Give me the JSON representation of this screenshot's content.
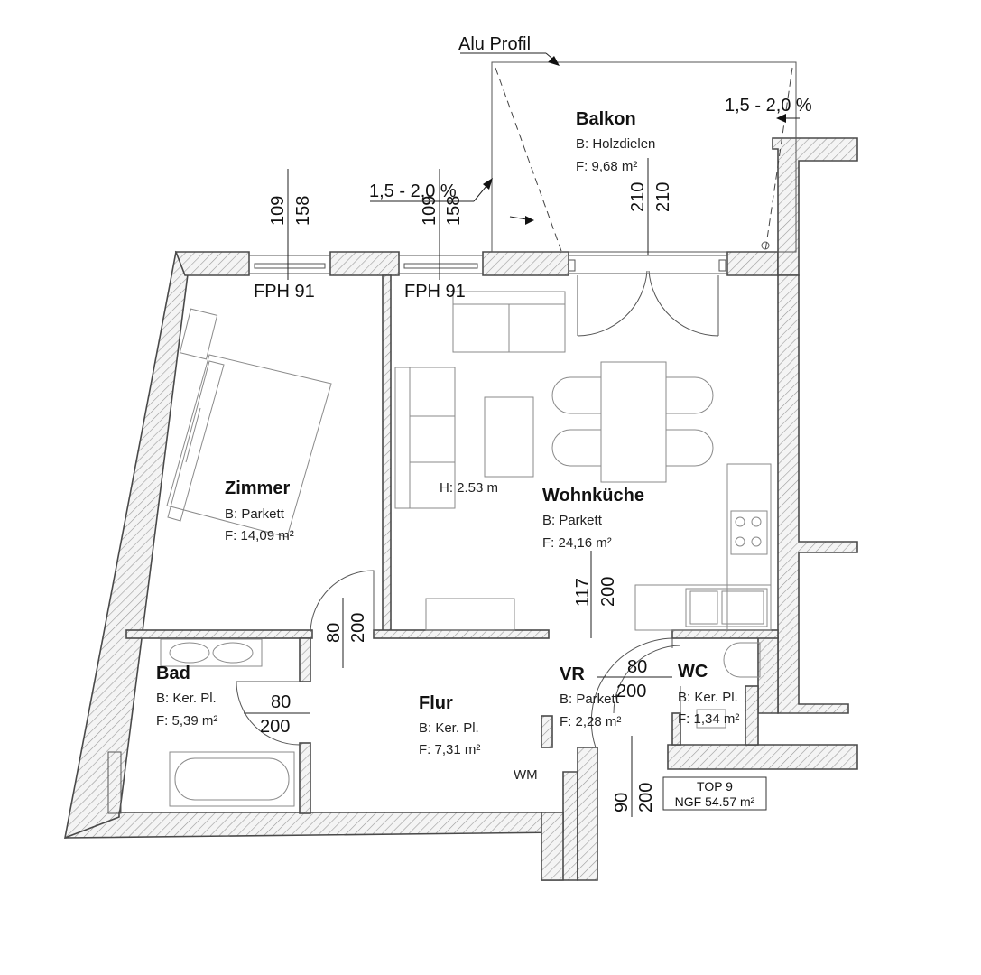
{
  "rooms": {
    "balkon": {
      "name": "Balkon",
      "floor": "B: Holzdielen",
      "area": "F: 9,68 m²"
    },
    "zimmer": {
      "name": "Zimmer",
      "floor": "B: Parkett",
      "area": "F: 14,09 m²"
    },
    "wohnkueche": {
      "name": "Wohnküche",
      "floor": "B: Parkett",
      "area": "F: 24,16 m²"
    },
    "bad": {
      "name": "Bad",
      "floor": "B: Ker. Pl.",
      "area": "F: 5,39 m²"
    },
    "flur": {
      "name": "Flur",
      "floor": "B: Ker. Pl.",
      "area": "F: 7,31 m²"
    },
    "vr": {
      "name": "VR",
      "floor": "B: Parkett",
      "area": "F: 2,28 m²"
    },
    "wc": {
      "name": "WC",
      "floor": "B: Ker. Pl.",
      "area": "F: 1,34 m²"
    }
  },
  "labels": {
    "alu_profil": "Alu Profil",
    "slope_balkon": "1,5 - 2,0 %",
    "slope_left": "1,5 - 2,0 %",
    "window_left": "FPH 91",
    "window_mid": "FPH 91",
    "ceiling_height": "H: 2.53 m",
    "wm": "WM"
  },
  "dimensions": {
    "win_left_a": "109",
    "win_left_b": "158",
    "win_mid_a": "109",
    "win_mid_b": "158",
    "balkon_door_a": "210",
    "balkon_door_b": "210",
    "wohn_door_a": "117",
    "wohn_door_b": "200",
    "zimmer_door_a": "80",
    "zimmer_door_b": "200",
    "bad_door_a": "80",
    "bad_door_b": "200",
    "wc_door_a": "80",
    "wc_door_b": "200",
    "entry_door_a": "90",
    "entry_door_b": "200"
  },
  "stamp": {
    "top": "TOP 9",
    "ngf": "NGF 54.57 m²"
  }
}
